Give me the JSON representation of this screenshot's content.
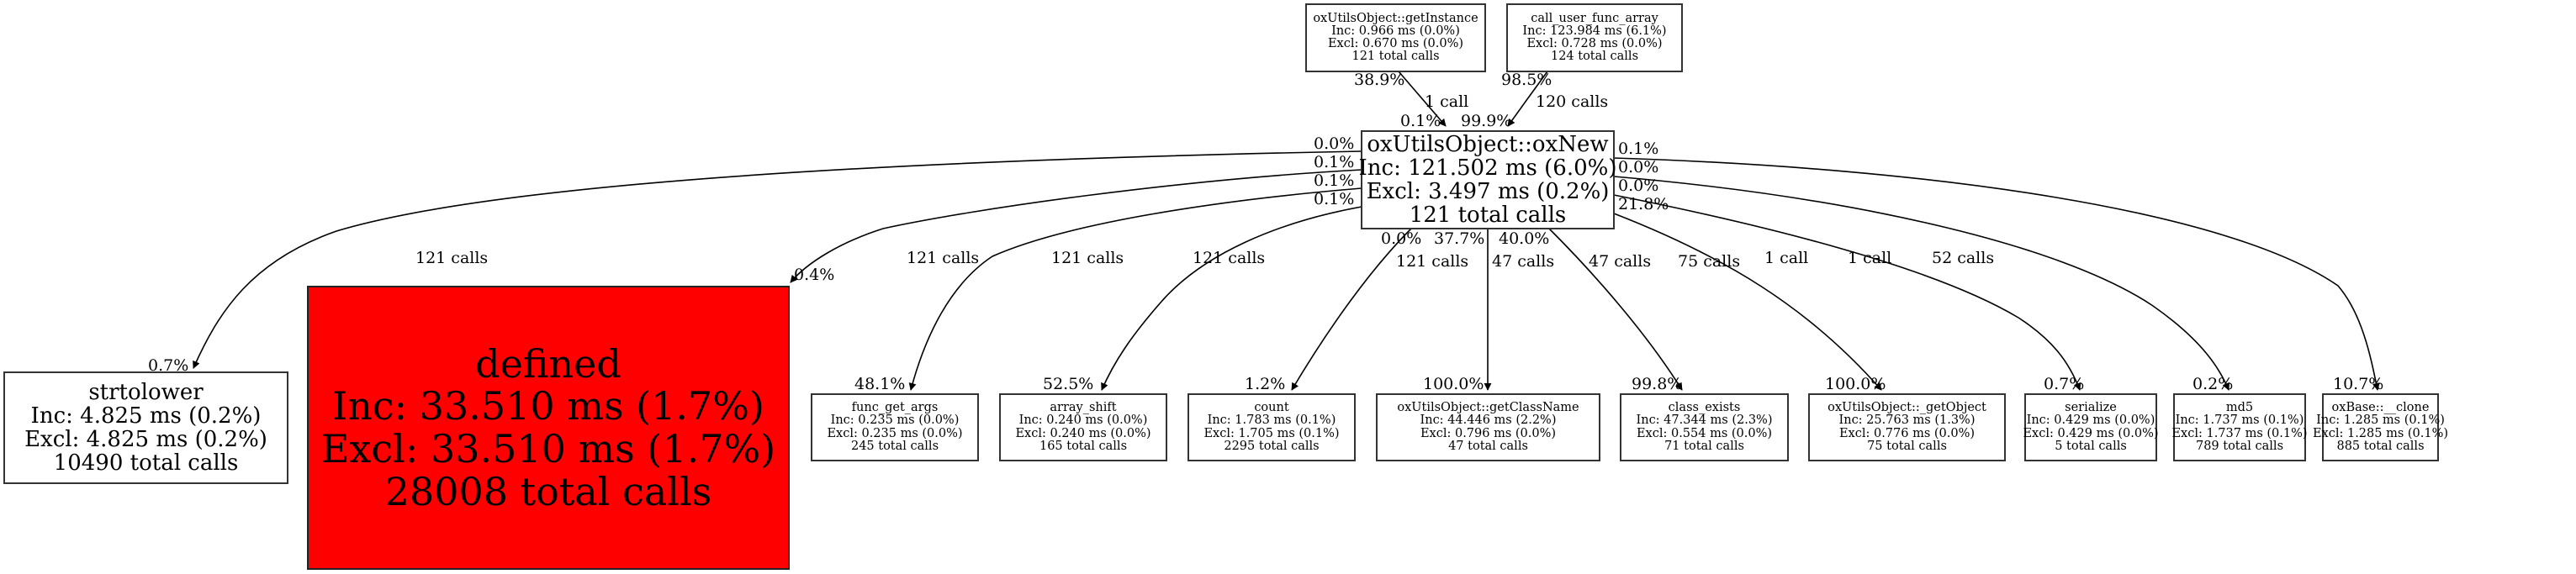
{
  "graph": {
    "highlight_color": "#ff0000",
    "edge_color": "#000000",
    "nodes": {
      "getInstance": {
        "name": "oxUtilsObject::getInstance",
        "inc": "Inc: 0.966 ms (0.0%)",
        "excl": "Excl: 0.670 ms (0.0%)",
        "calls": "121 total calls"
      },
      "cufa": {
        "name": "call_user_func_array",
        "inc": "Inc: 123.984 ms (6.1%)",
        "excl": "Excl: 0.728 ms (0.0%)",
        "calls": "124 total calls"
      },
      "oxNew": {
        "name": "oxUtilsObject::oxNew",
        "inc": "Inc: 121.502 ms (6.0%)",
        "excl": "Excl: 3.497 ms (0.2%)",
        "calls": "121 total calls"
      },
      "strtolower": {
        "name": "strtolower",
        "inc": "Inc: 4.825 ms (0.2%)",
        "excl": "Excl: 4.825 ms (0.2%)",
        "calls": "10490 total calls"
      },
      "defined": {
        "name": "defined",
        "inc": "Inc: 33.510 ms (1.7%)",
        "excl": "Excl: 33.510 ms (1.7%)",
        "calls": "28008 total calls"
      },
      "func_get_args": {
        "name": "func_get_args",
        "inc": "Inc: 0.235 ms (0.0%)",
        "excl": "Excl: 0.235 ms (0.0%)",
        "calls": "245 total calls"
      },
      "array_shift": {
        "name": "array_shift",
        "inc": "Inc: 0.240 ms (0.0%)",
        "excl": "Excl: 0.240 ms (0.0%)",
        "calls": "165 total calls"
      },
      "count": {
        "name": "count",
        "inc": "Inc: 1.783 ms (0.1%)",
        "excl": "Excl: 1.705 ms (0.1%)",
        "calls": "2295 total calls"
      },
      "getClassName": {
        "name": "oxUtilsObject::getClassName",
        "inc": "Inc: 44.446 ms (2.2%)",
        "excl": "Excl: 0.796 ms (0.0%)",
        "calls": "47 total calls"
      },
      "class_exists": {
        "name": "class_exists",
        "inc": "Inc: 47.344 ms (2.3%)",
        "excl": "Excl: 0.554 ms (0.0%)",
        "calls": "71 total calls"
      },
      "getObject": {
        "name": "oxUtilsObject::_getObject",
        "inc": "Inc: 25.763 ms (1.3%)",
        "excl": "Excl: 0.776 ms (0.0%)",
        "calls": "75 total calls"
      },
      "serialize": {
        "name": "serialize",
        "inc": "Inc: 0.429 ms (0.0%)",
        "excl": "Excl: 0.429 ms (0.0%)",
        "calls": "5 total calls"
      },
      "md5": {
        "name": "md5",
        "inc": "Inc: 1.737 ms (0.1%)",
        "excl": "Excl: 1.737 ms (0.1%)",
        "calls": "789 total calls"
      },
      "clone": {
        "name": "oxBase::__clone",
        "inc": "Inc: 1.285 ms (0.1%)",
        "excl": "Excl: 1.285 ms (0.1%)",
        "calls": "885 total calls"
      }
    },
    "edges": {
      "getInstance_oxNew": {
        "calls": "1 call",
        "tail_pct": "38.9%",
        "head_pct": "0.1%"
      },
      "cufa_oxNew": {
        "calls": "120 calls",
        "tail_pct": "98.5%",
        "head_pct": "99.9%"
      },
      "oxNew_strtolower": {
        "calls": "121 calls",
        "tail_pct": "0.0%",
        "head_pct": "0.7%"
      },
      "oxNew_defined": {
        "calls": "121 calls",
        "tail_pct": "0.1%",
        "head_pct": "0.4%"
      },
      "oxNew_func_get_args": {
        "calls": "121 calls",
        "tail_pct": "0.1%",
        "head_pct": "48.1%"
      },
      "oxNew_array_shift": {
        "calls": "121 calls",
        "tail_pct": "0.1%",
        "head_pct": "52.5%"
      },
      "oxNew_count": {
        "calls": "121 calls",
        "tail_pct": "0.0%",
        "head_pct": "1.2%"
      },
      "oxNew_getClassName": {
        "calls": "47 calls",
        "tail_pct": "37.7%",
        "head_pct": "100.0%"
      },
      "oxNew_class_exists": {
        "calls": "47 calls",
        "tail_pct": "40.0%",
        "head_pct": "99.8%"
      },
      "oxNew_getObject": {
        "calls": "75 calls",
        "tail_pct": "21.8%",
        "head_pct": "100.0%"
      },
      "oxNew_serialize": {
        "calls": "1 call",
        "tail_pct": "0.0%",
        "head_pct": "0.7%"
      },
      "oxNew_md5": {
        "calls": "1 call",
        "tail_pct": "0.0%",
        "head_pct": "0.2%"
      },
      "oxNew_clone": {
        "calls": "52 calls",
        "tail_pct": "0.1%",
        "head_pct": "10.7%"
      }
    }
  }
}
